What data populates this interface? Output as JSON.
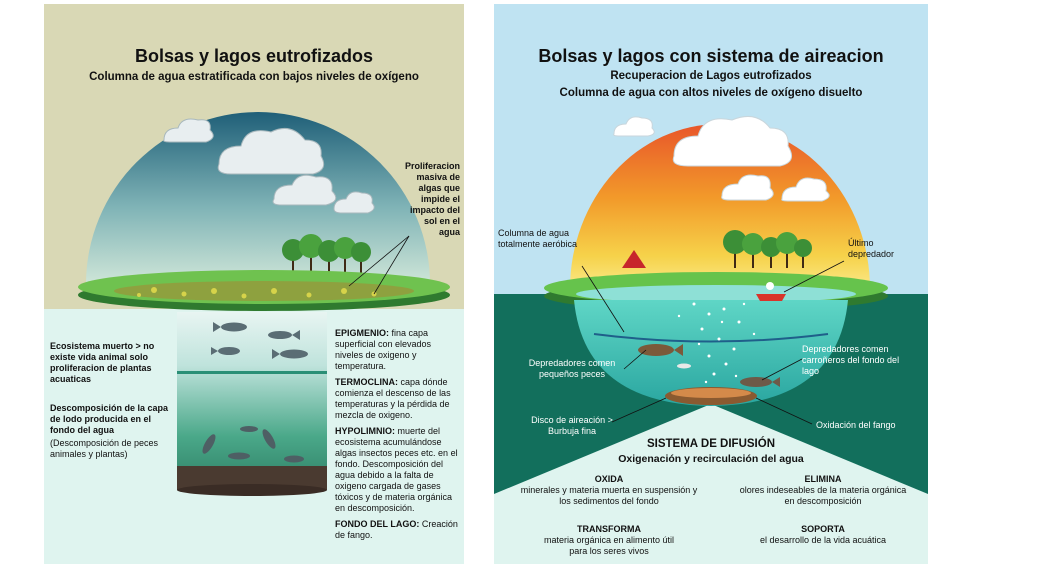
{
  "left": {
    "title": "Bolsas y lagos eutrofizados",
    "subtitle": "Columna de agua estratificada con bajos niveles de oxígeno",
    "callout_algae": "Proliferacion masiva de algas que impide el impacto del sol en el agua",
    "dead_ecosystem": "Ecosistema muerto > no existe vida animal solo proliferacion de plantas acuaticas",
    "sediment": "Descomposición de la capa de lodo producida en el fondo del agua",
    "sediment_note": "(Descomposición de peces animales y plantas)",
    "epigmnio_term": "EPIGMENIO:",
    "epigmnio_text": "fina capa superficial con elevados niveles de oxigeno y temperatura.",
    "termoclina_term": "TERMOCLINA:",
    "termoclina_text": "capa dónde comienza el descenso de las temperaturas y la pérdida de mezcla de oxigeno.",
    "hypo_term": "HYPOLIMNIO:",
    "hypo_text": "muerte del ecosistema acumulándose algas insectos peces etc. en el fondo. Descomposición del agua debido a la falta de oxigeno cargada de gases tóxicos y de materia orgánica en descomposición.",
    "fondo_term": "FONDO DEL LAGO:",
    "fondo_text": "Creación de fango."
  },
  "right": {
    "title": "Bolsas y lagos con sistema de aireacion",
    "subtitle1": "Recuperacion de Lagos eutrofizados",
    "subtitle2": "Columna de agua con altos niveles de oxígeno disuelto",
    "callout_column": "Columna de agua totalmente aeróbica",
    "callout_predator": "Último depredador",
    "callout_small_fish": "Depredadores comen pequeños peces",
    "callout_carrion": "Depredadores comen carroñeros del fondo del lago",
    "callout_disc": "Disco de aireación > Burbuja fina",
    "callout_mud": "Oxidación del fango",
    "system_title": "SISTEMA DE DIFUSIÓN",
    "system_subtitle": "Oxigenación y recirculación del agua",
    "oxida_title": "OXIDA",
    "oxida_text": "minerales y materia muerta en suspensión y los sedimentos del fondo",
    "elimina_title": "ELIMINA",
    "elimina_text": "olores indeseables de la materia orgánica en descomposición",
    "transforma_title": "TRANSFORMA",
    "transforma_text": "materia orgánica en alimento útil para los seres vivos",
    "soporta_title": "SOPORTA",
    "soporta_text": "el desarrollo de la vida acuática"
  },
  "colors": {
    "left_bg": "#d9d8b5",
    "left_water": "#dff4ef",
    "right_sky": "#bfe3f2",
    "right_water_dark": "#126f5c",
    "sunset_top": "#f29a2a",
    "grass": "#5eb846"
  },
  "icons": [
    "cloud-icon",
    "tree-icon",
    "fish-icon",
    "tent-icon",
    "boat-icon",
    "aeration-disc-icon",
    "bubbles-icon"
  ]
}
